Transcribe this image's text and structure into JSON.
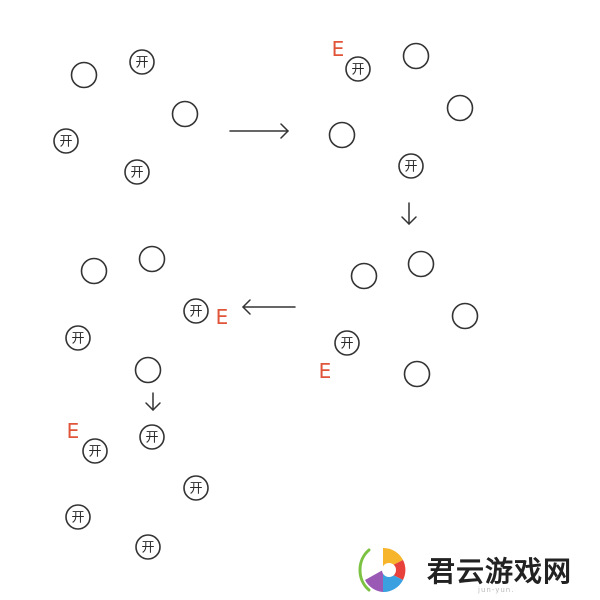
{
  "diagram": {
    "symbol_text": "开",
    "e_label_text": "E",
    "colors": {
      "stroke": "#333333",
      "label": "#e0553a"
    },
    "groups": [
      {
        "name": "state-1",
        "items": [
          {
            "type": "empty"
          },
          {
            "type": "symbol"
          },
          {
            "type": "empty"
          },
          {
            "type": "symbol"
          },
          {
            "type": "symbol"
          }
        ]
      },
      {
        "name": "state-2",
        "items": [
          {
            "type": "symbol",
            "label": "E"
          },
          {
            "type": "empty"
          },
          {
            "type": "empty"
          },
          {
            "type": "empty"
          },
          {
            "type": "symbol"
          }
        ]
      },
      {
        "name": "state-3",
        "items": [
          {
            "type": "empty"
          },
          {
            "type": "empty"
          },
          {
            "type": "empty"
          },
          {
            "type": "symbol",
            "label": "E"
          },
          {
            "type": "empty"
          }
        ]
      },
      {
        "name": "state-4",
        "items": [
          {
            "type": "empty"
          },
          {
            "type": "empty"
          },
          {
            "type": "symbol"
          },
          {
            "type": "empty"
          },
          {
            "type": "symbol",
            "label": "E"
          }
        ]
      },
      {
        "name": "state-5",
        "items": [
          {
            "type": "symbol",
            "label": "E"
          },
          {
            "type": "symbol"
          },
          {
            "type": "symbol"
          },
          {
            "type": "symbol"
          },
          {
            "type": "symbol"
          }
        ]
      }
    ],
    "arrows": [
      "right",
      "down",
      "left",
      "down"
    ]
  },
  "watermark": {
    "text": "君云游戏网",
    "subtext": "jun-yun.",
    "logo_colors": [
      "#7cc242",
      "#f7b52c",
      "#e8413c",
      "#3aa0e0",
      "#9b59b6"
    ]
  }
}
